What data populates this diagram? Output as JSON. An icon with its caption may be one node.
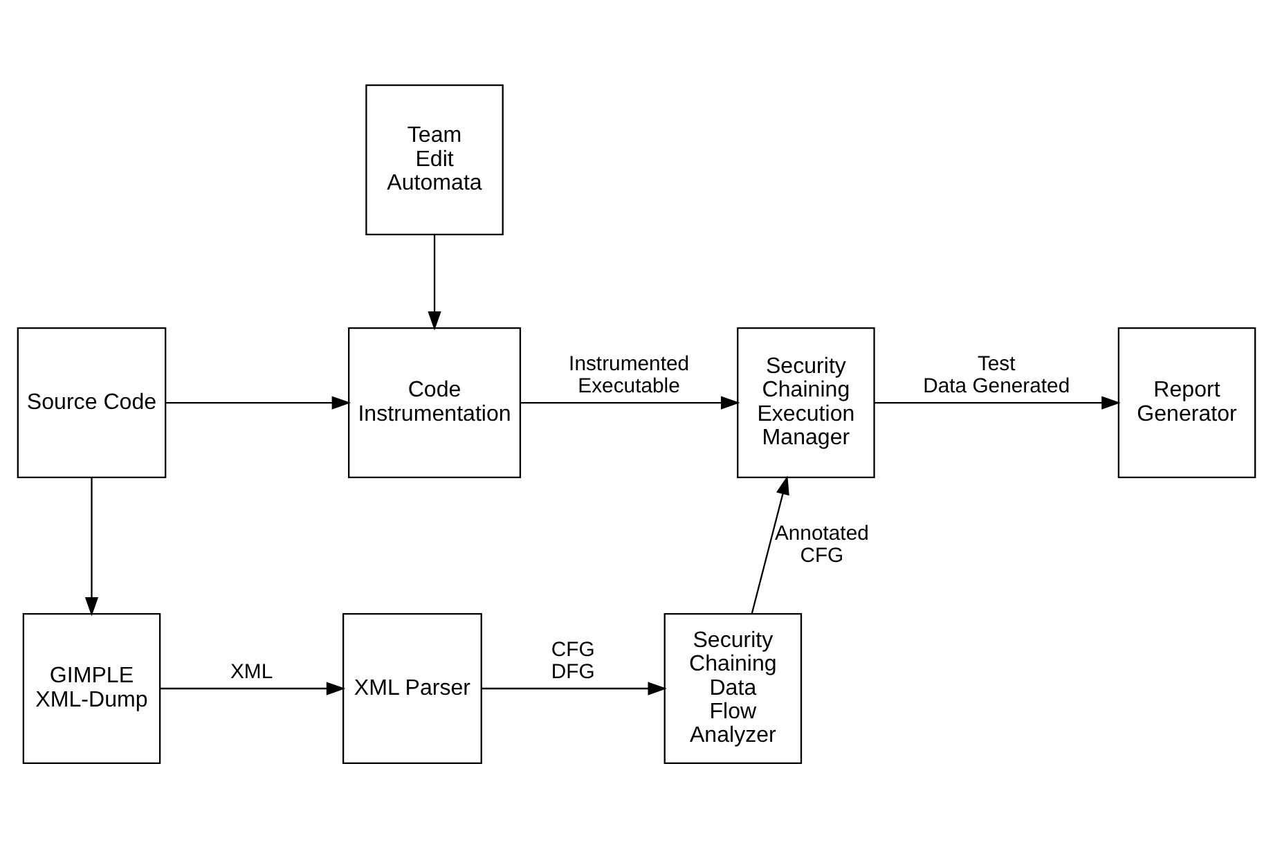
{
  "diagram": {
    "nodes": [
      {
        "text": [
          "Team Edit Automata"
        ]
      },
      {
        "text": [
          "Source Code"
        ]
      },
      {
        "text": [
          "Code Instrumentation"
        ]
      },
      {
        "text": [
          "Security Chaining Execution Manager"
        ]
      },
      {
        "text": [
          "Report Generator"
        ]
      },
      {
        "text": [
          "GIMPLE XML-Dump"
        ]
      },
      {
        "text": [
          "XML Parser"
        ]
      },
      {
        "text": [
          "Security Chaining Data Flow Analyzer"
        ]
      }
    ],
    "edges": [
      {
        "from": 0,
        "to": 2,
        "arrow": "to"
      },
      {
        "from": 1,
        "to": 2,
        "arrow": "to"
      },
      {
        "from": 2,
        "to": 3,
        "arrow": "to",
        "label": "Instrumented Executable"
      },
      {
        "from": 3,
        "to": 4,
        "arrow": "to",
        "label": "Test Data Generated"
      },
      {
        "from": 1,
        "to": 5,
        "arrow": "to"
      },
      {
        "from": 5,
        "to": 6,
        "arrow": "to",
        "label": "XML"
      },
      {
        "from": 6,
        "to": 7,
        "arrow": "to",
        "label": "CFG DFG"
      },
      {
        "from": 7,
        "to": 3,
        "arrow": "to",
        "label": "Annotated CFG"
      }
    ]
  }
}
